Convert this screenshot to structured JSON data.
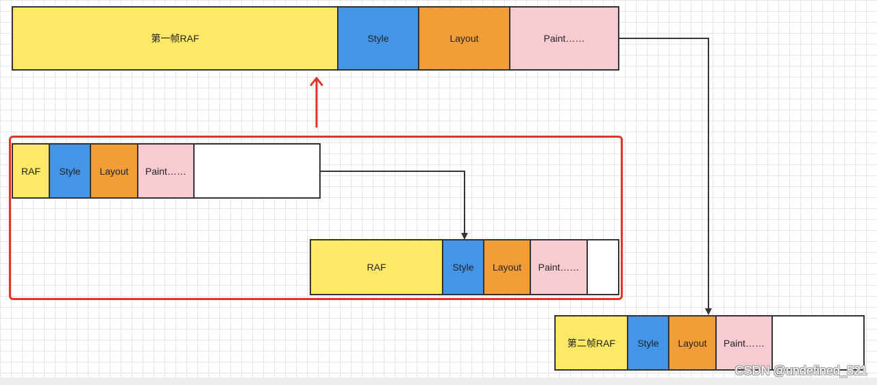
{
  "frame1": {
    "raf": "第一帧RAF",
    "style": "Style",
    "layout": "Layout",
    "paint": "Paint……"
  },
  "sub_frame_a": {
    "raf": "RAF",
    "style": "Style",
    "layout": "Layout",
    "paint": "Paint……"
  },
  "sub_frame_b": {
    "raf": "RAF",
    "style": "Style",
    "layout": "Layout",
    "paint": "Paint……"
  },
  "frame2": {
    "raf": "第二帧RAF",
    "style": "Style",
    "layout": "Layout",
    "paint": "Paint……"
  },
  "colors": {
    "raf": "#fde966",
    "style": "#4395e8",
    "layout": "#f29d38",
    "paint": "#f8cbd3",
    "highlight": "#e0342b"
  },
  "watermark": "CSDN @undefined_521"
}
